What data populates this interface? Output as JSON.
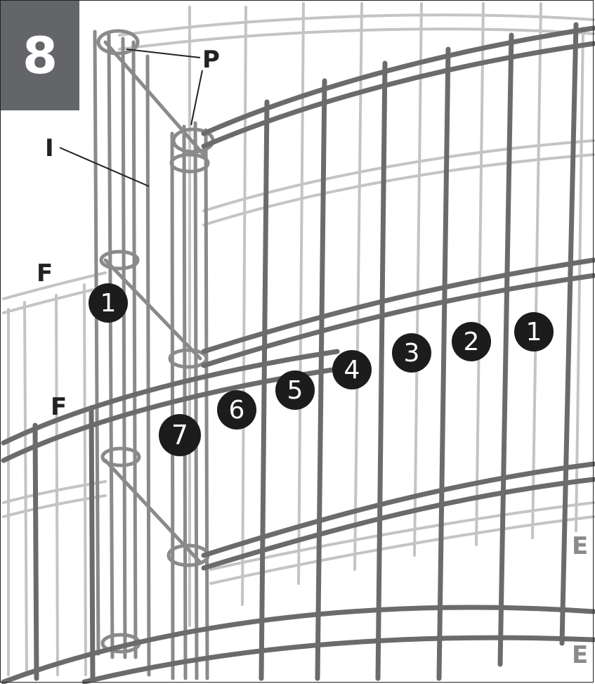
{
  "step": {
    "number": "8"
  },
  "labels": {
    "p": "P",
    "i": "I",
    "f_upper": "F",
    "f_lower": "F",
    "e_upper": "E",
    "e_lower": "E"
  },
  "badges": {
    "left_one": "1",
    "seq": [
      "1",
      "2",
      "3",
      "4",
      "5",
      "6",
      "7"
    ]
  },
  "colors": {
    "step_box": "#636569",
    "badge": "#1c1c1c",
    "front_wire": "#6b6b6b",
    "back_wire": "#c4c4c4"
  }
}
